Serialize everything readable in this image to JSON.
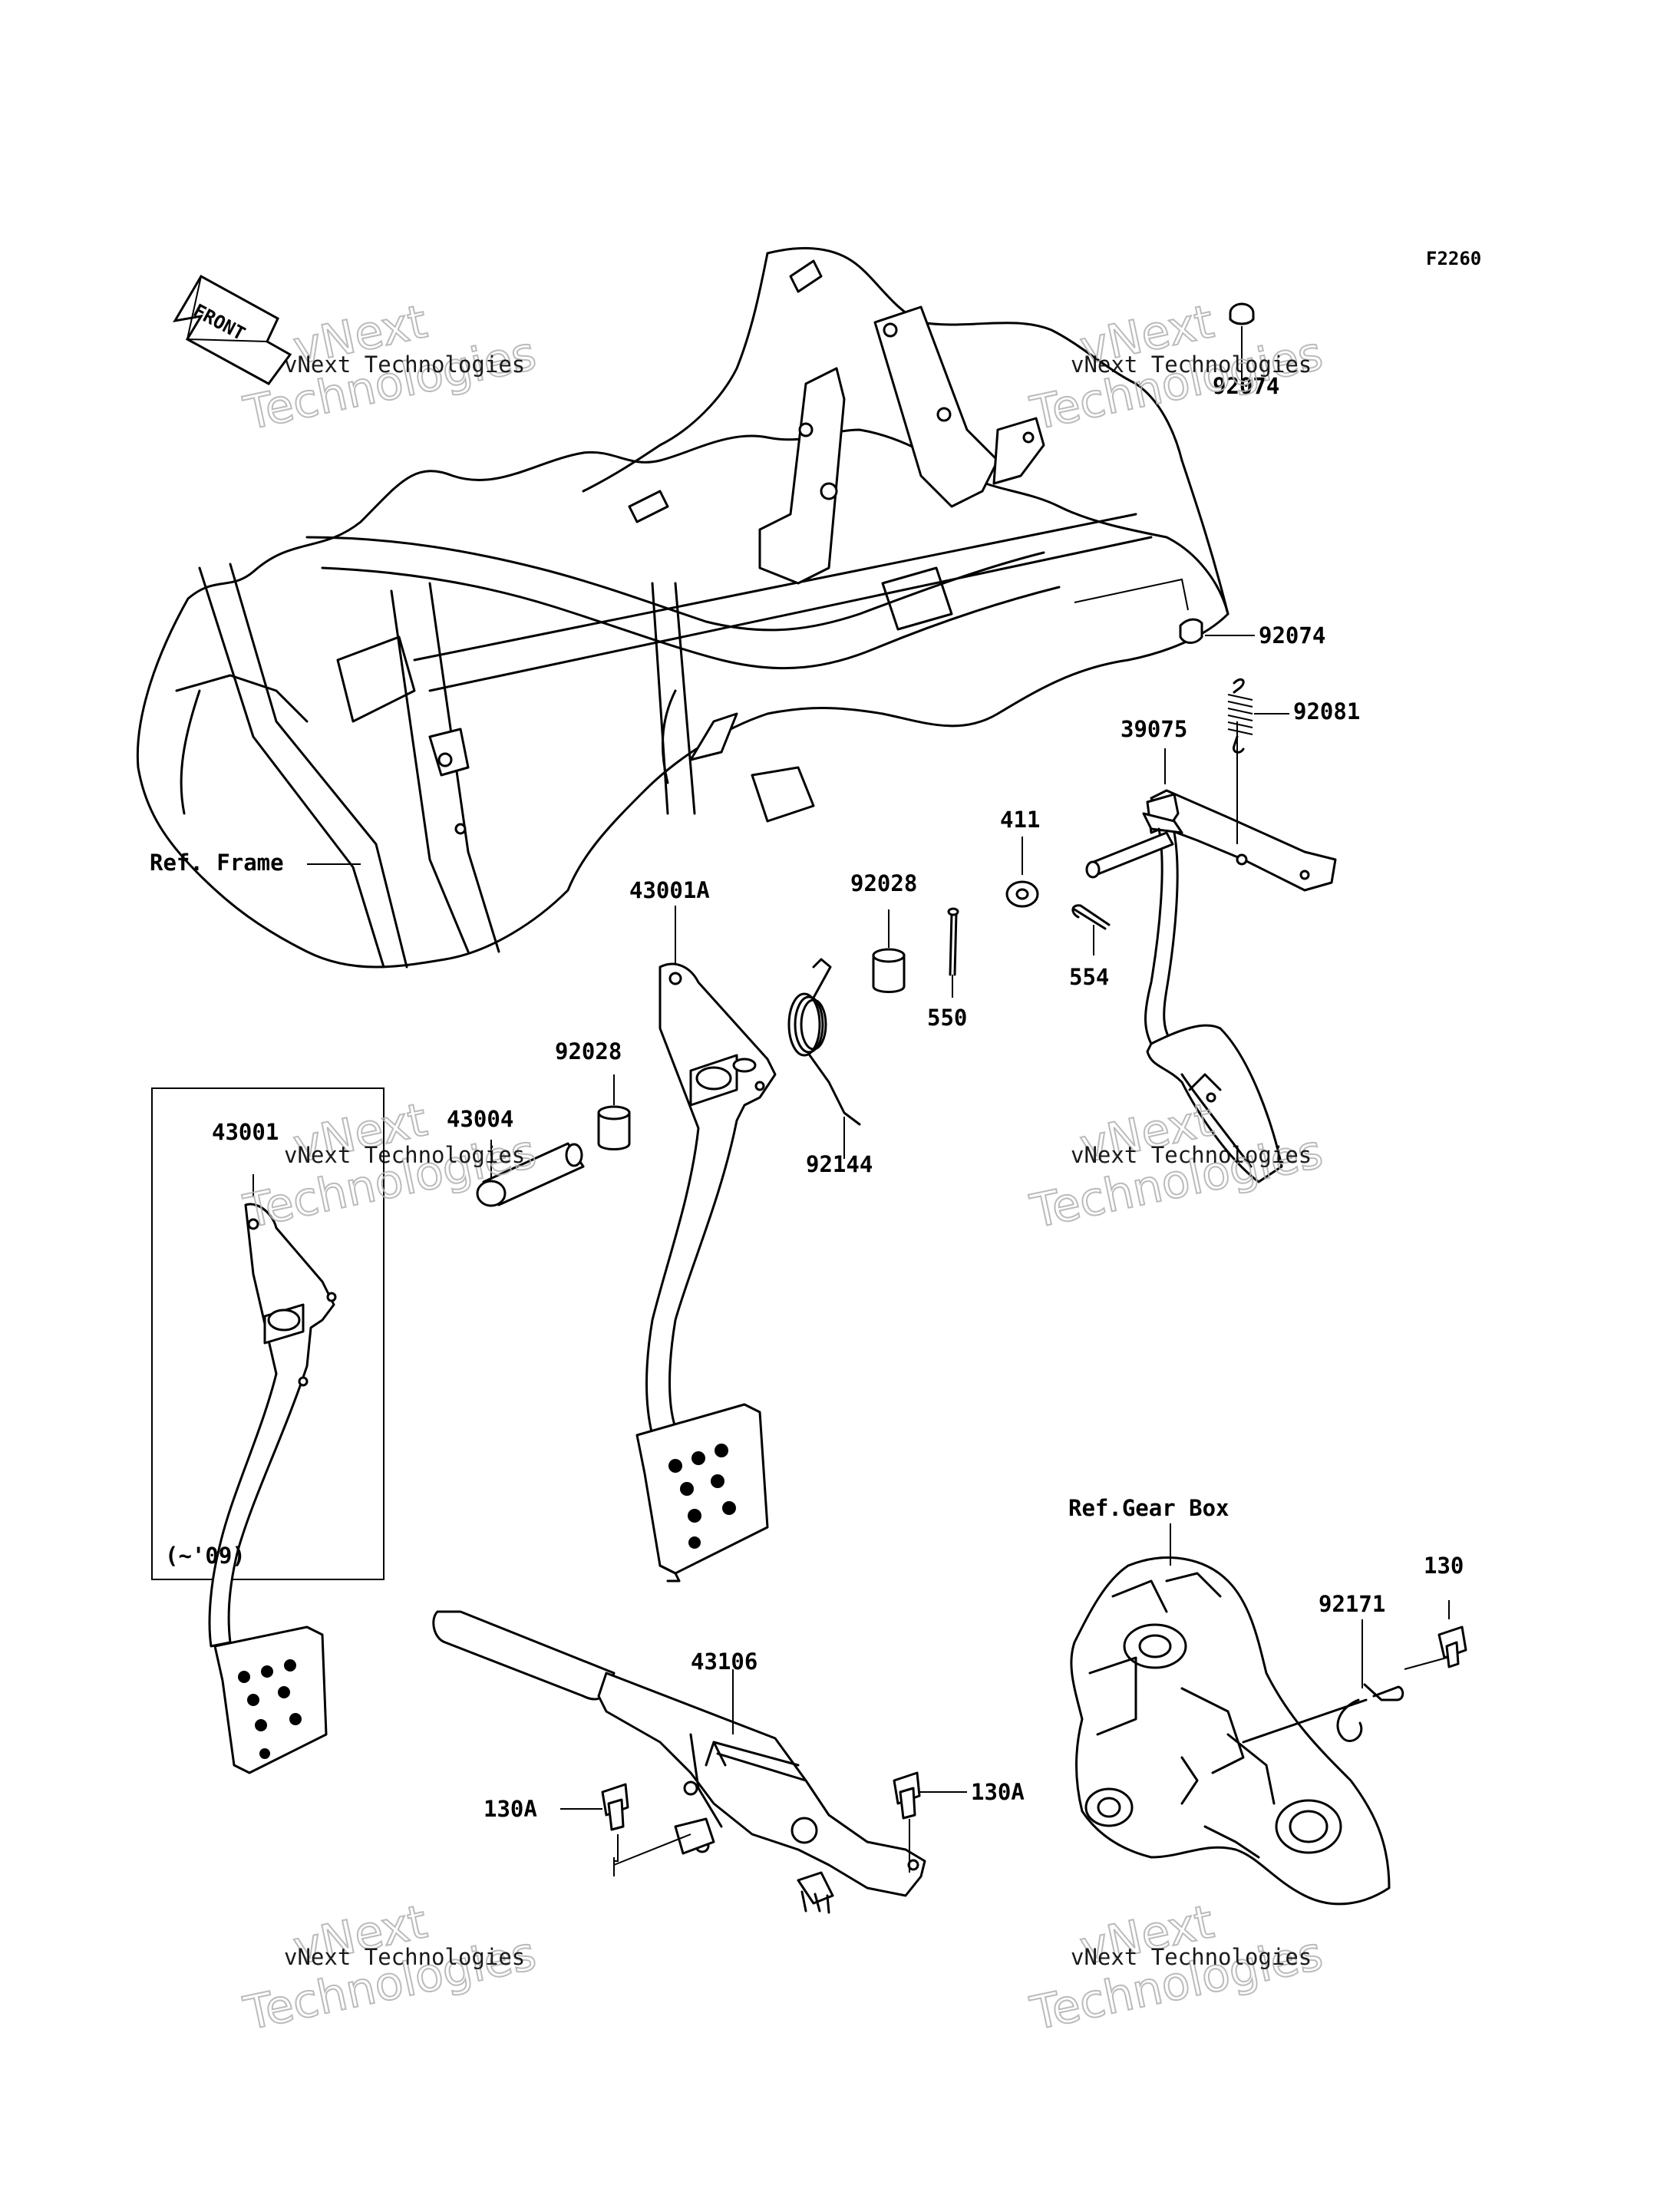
{
  "figure_code": "F2260",
  "direction_badge": "FRONT",
  "references": {
    "frame": "Ref. Frame",
    "gear_box": "Ref.Gear Box"
  },
  "inset_note": "(~'09)",
  "part_labels": {
    "p92074_top": "92074",
    "p92074": "92074",
    "p92081": "92081",
    "p39075": "39075",
    "p411": "411",
    "p554": "554",
    "p550": "550",
    "p92028_upper": "92028",
    "p92028_lower": "92028",
    "p92144": "92144",
    "p43001A": "43001A",
    "p43004": "43004",
    "p43001": "43001",
    "p43106": "43106",
    "p130A_left": "130A",
    "p130A_right": "130A",
    "p92171": "92171",
    "p130": "130"
  },
  "watermark": {
    "line1": "vNext Technologies",
    "line2a": "vNext",
    "line2b": "Technologies"
  }
}
